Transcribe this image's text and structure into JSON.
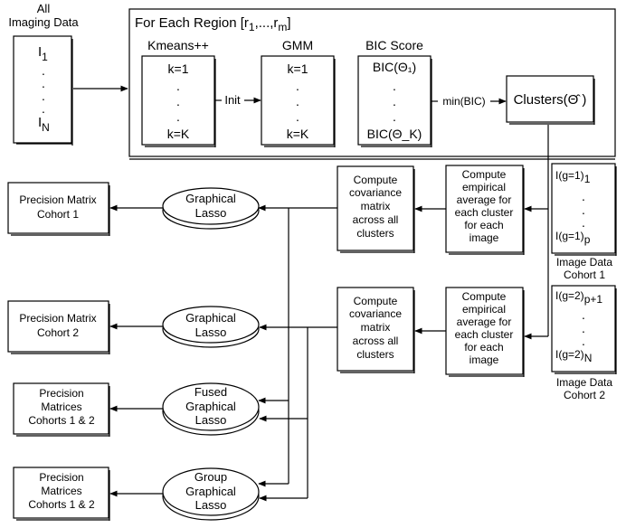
{
  "input": {
    "title_line1": "All",
    "title_line2": "Imaging Data",
    "first": "I",
    "first_sub": "1",
    "last": "I",
    "last_sub": "N",
    "dot": "."
  },
  "region": {
    "title": "For Each Region [r",
    "title_sub1": "1",
    "title_mid": ",...,r",
    "title_sub2": "m",
    "title_end": "]",
    "kmeans_label": "Kmeans++",
    "kmeans_first": "k=1",
    "kmeans_last": "k=K",
    "init_label": "Init",
    "gmm_label": "GMM",
    "gmm_first": "k=1",
    "gmm_last": "k=K",
    "bic_label": "BIC Score",
    "bic_first": "BIC(Θ₁)",
    "bic_last": "BIC(Θ_K)",
    "minbic_label": "min(BIC)",
    "clusters_label": "Clusters(Θ̂ )"
  },
  "cohort1": {
    "data_title_line1": "Image Data",
    "data_title_line2": "Cohort 1",
    "data_first": "I(g=1)",
    "data_first_sub": "1",
    "data_last": "I(g=1)",
    "data_last_sub": "p",
    "avg_lines": [
      "Compute",
      "empirical",
      "average for",
      "each cluster",
      "for each",
      "image"
    ],
    "cov_lines": [
      "Compute",
      "covariance",
      "matrix",
      "across all",
      "clusters"
    ]
  },
  "cohort2": {
    "data_title_line1": "Image Data",
    "data_title_line2": "Cohort 2",
    "data_first": "I(g=2)",
    "data_first_sub": "p+1",
    "data_last": "I(g=2)",
    "data_last_sub": "N",
    "avg_lines": [
      "Compute",
      "empirical",
      "average for",
      "each cluster",
      "for each",
      "image"
    ],
    "cov_lines": [
      "Compute",
      "covariance",
      "matrix",
      "across all",
      "clusters"
    ]
  },
  "methods": [
    {
      "lines": [
        "Graphical",
        "Lasso"
      ]
    },
    {
      "lines": [
        "Graphical",
        "Lasso"
      ]
    },
    {
      "lines": [
        "Fused",
        "Graphical",
        "Lasso"
      ]
    },
    {
      "lines": [
        "Group",
        "Graphical",
        "Lasso"
      ]
    }
  ],
  "outputs": [
    {
      "lines": [
        "Precision Matrix",
        "Cohort 1"
      ]
    },
    {
      "lines": [
        "Precision Matrix",
        "Cohort 2"
      ]
    },
    {
      "lines": [
        "Precision",
        "Matrices",
        "Cohorts 1 & 2"
      ]
    },
    {
      "lines": [
        "Precision",
        "Matrices",
        "Cohorts 1 & 2"
      ]
    }
  ]
}
